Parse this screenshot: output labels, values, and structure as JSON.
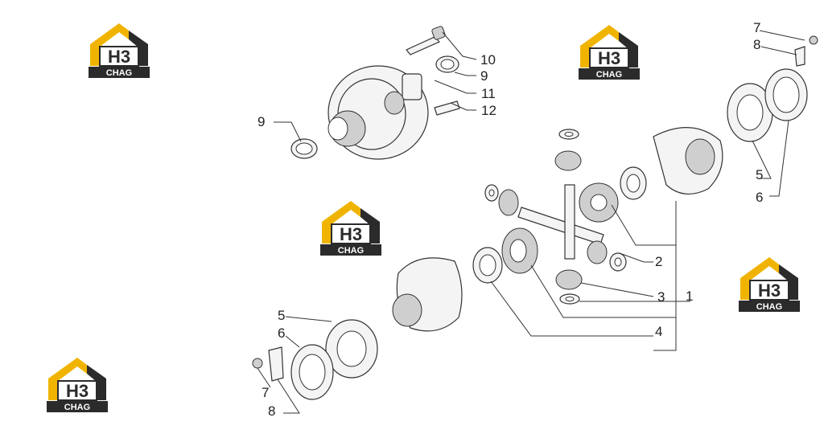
{
  "watermark": {
    "mark": "H3",
    "brand": "CHAG",
    "colors": {
      "roof": "#f0b400",
      "dark": "#2b2b2b",
      "light": "#ffffff"
    }
  },
  "callouts": {
    "c1": "1",
    "c2": "2",
    "c3": "3",
    "c4": "4",
    "c5_right": "5",
    "c6_right": "6",
    "c7_right": "7",
    "c8_right": "8",
    "c5_left": "5",
    "c6_left": "6",
    "c7_left": "7",
    "c8_left": "8",
    "c9_right": "9",
    "c9_left": "9",
    "c10": "10",
    "c11": "11",
    "c12": "12"
  }
}
